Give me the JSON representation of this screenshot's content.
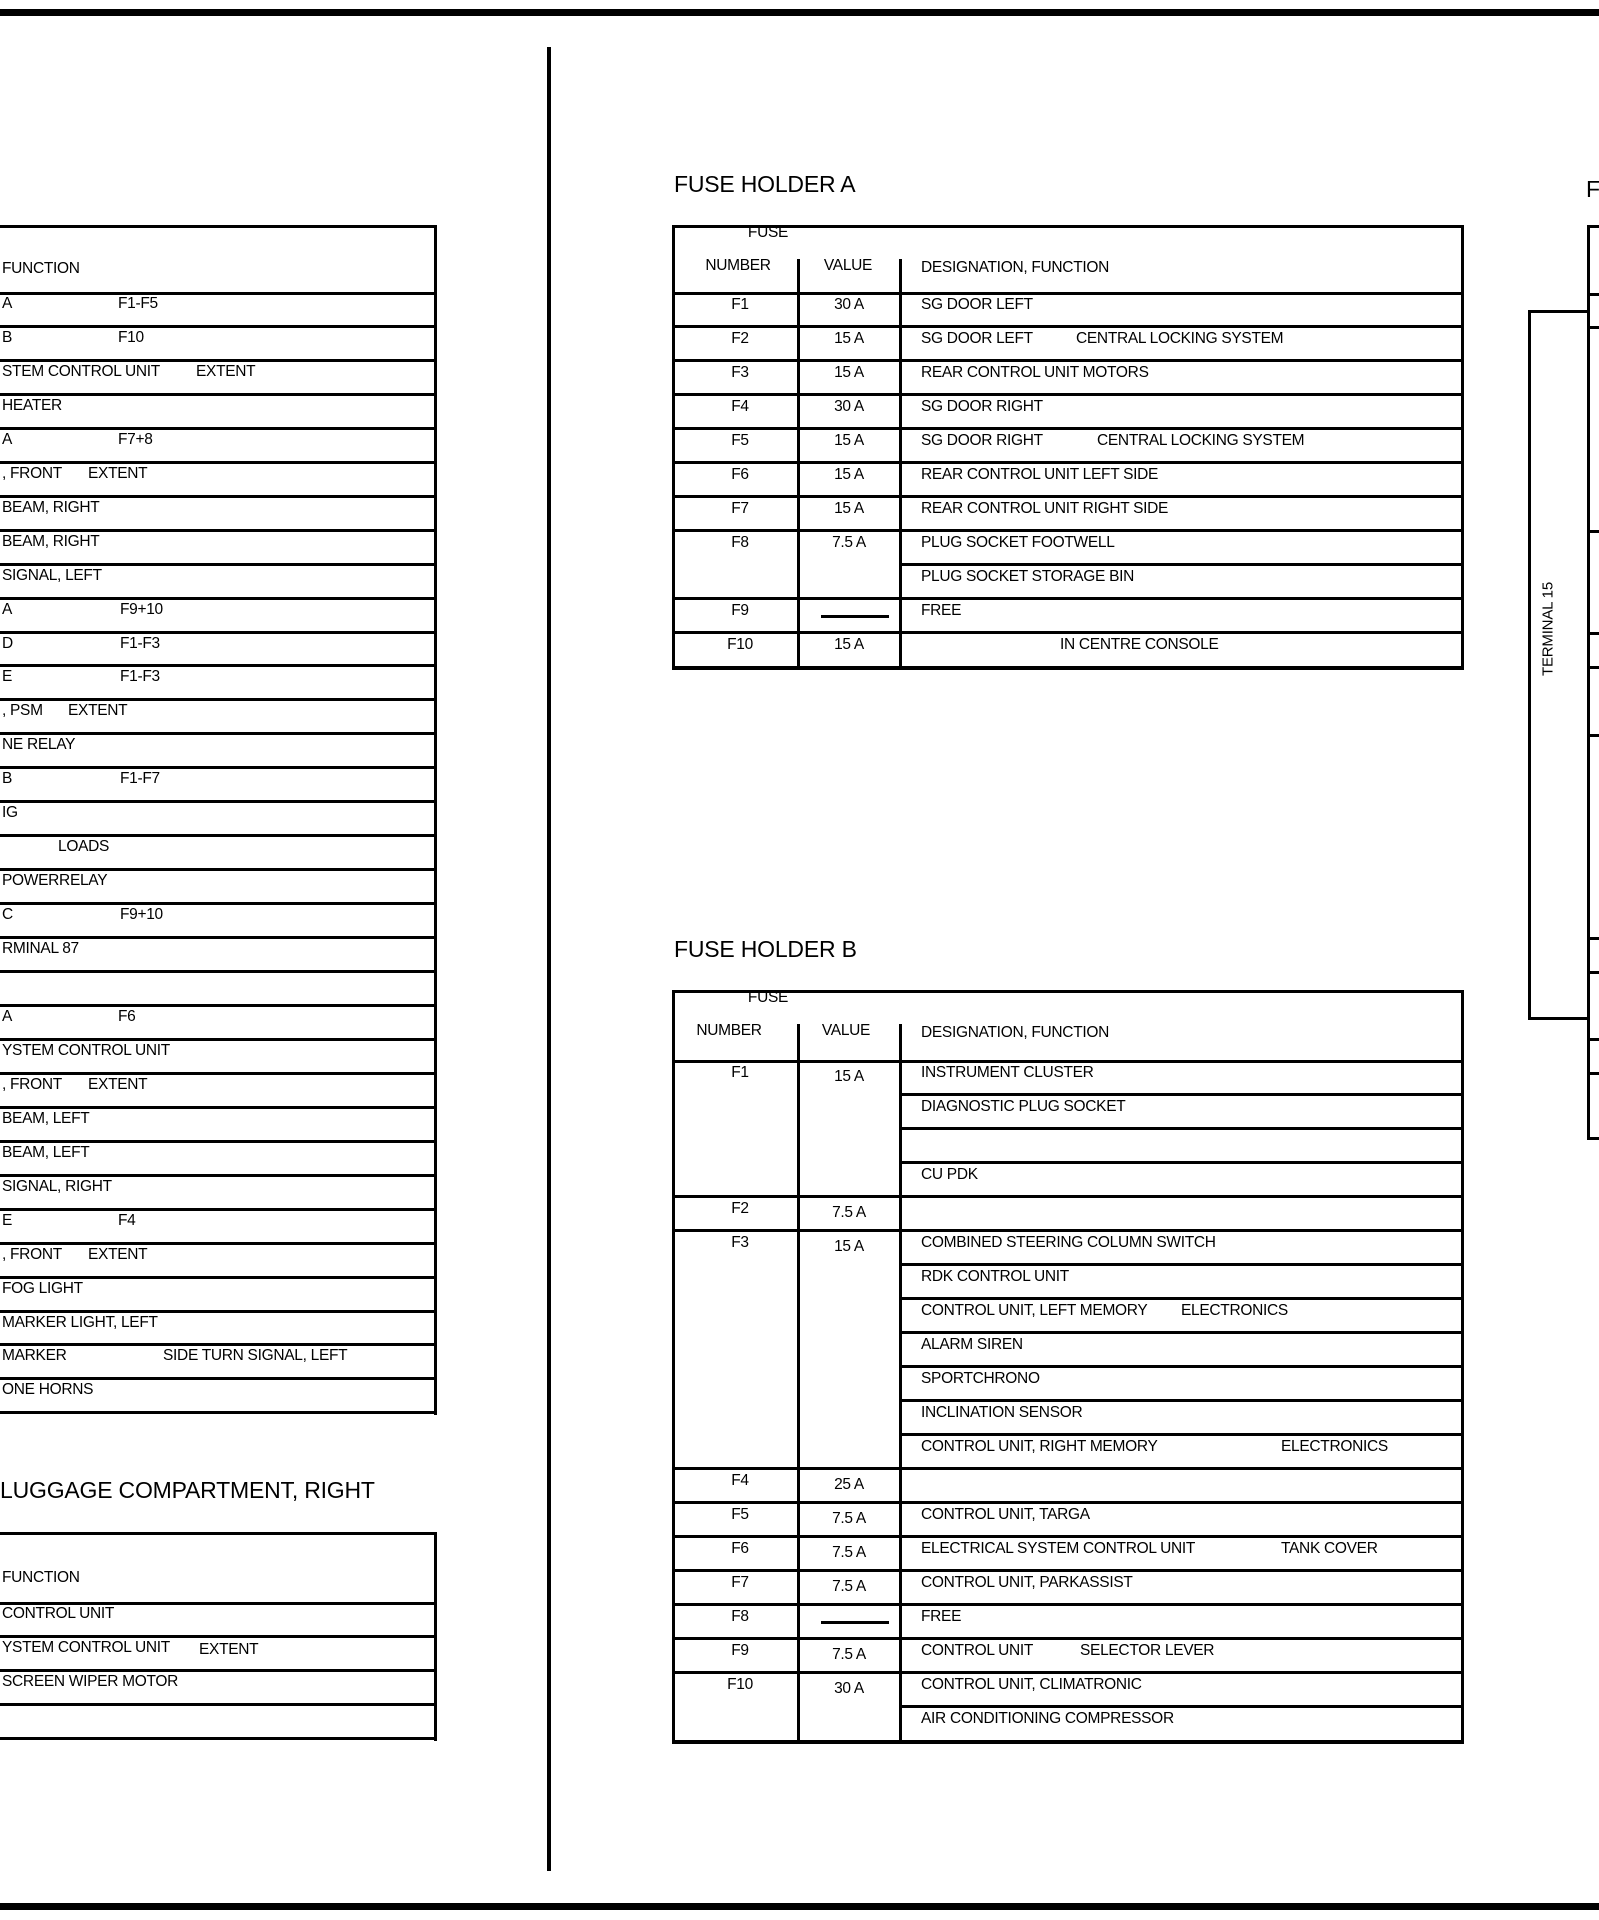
{
  "left": {
    "header": "FUNCTION",
    "rows": [
      [
        "A",
        "F1-F5"
      ],
      [
        "B",
        "F10"
      ],
      [
        "STEM CONTROL UNIT",
        "EXTENT"
      ],
      [
        "HEATER",
        ""
      ],
      [
        "A",
        "F7+8"
      ],
      [
        ", FRONT",
        "EXTENT"
      ],
      [
        "BEAM, RIGHT",
        ""
      ],
      [
        "BEAM, RIGHT",
        ""
      ],
      [
        "SIGNAL, LEFT",
        ""
      ],
      [
        "A",
        "F9+10"
      ],
      [
        "D",
        "F1-F3"
      ],
      [
        "E",
        "F1-F3"
      ],
      [
        ", PSM",
        "EXTENT"
      ],
      [
        "NE RELAY",
        ""
      ],
      [
        "B",
        "F1-F7"
      ],
      [
        "IG",
        ""
      ],
      [
        "",
        "LOADS"
      ],
      [
        "POWERRELAY",
        ""
      ],
      [
        "C",
        "F9+10"
      ],
      [
        "RMINAL 87",
        ""
      ],
      [
        "",
        ""
      ],
      [
        "A",
        "F6"
      ],
      [
        "YSTEM CONTROL UNIT",
        ""
      ],
      [
        ", FRONT",
        "EXTENT"
      ],
      [
        "BEAM, LEFT",
        ""
      ],
      [
        "BEAM, LEFT",
        ""
      ],
      [
        "SIGNAL, RIGHT",
        ""
      ],
      [
        "E",
        "F4"
      ],
      [
        ", FRONT",
        "EXTENT"
      ],
      [
        "FOG LIGHT",
        ""
      ],
      [
        "MARKER LIGHT, LEFT",
        ""
      ],
      [
        "MARKER",
        "SIDE TURN SIGNAL, LEFT"
      ],
      [
        "ONE HORNS",
        ""
      ]
    ],
    "lower_title": "LUGGAGE COMPARTMENT, RIGHT",
    "lower_header": "FUNCTION",
    "lower_rows": [
      [
        "CONTROL UNIT",
        ""
      ],
      [
        "YSTEM CONTROL UNIT",
        "EXTENT"
      ],
      [
        "SCREEN WIPER MOTOR",
        ""
      ],
      [
        "",
        ""
      ]
    ]
  },
  "holder_a": {
    "title": "FUSE HOLDER A",
    "head_fuse": "FUSE",
    "head_number": "NUMBER",
    "head_value": "VALUE",
    "head_designation": "DESIGNATION, FUNCTION",
    "rows": [
      {
        "number": "F1",
        "value": "30 A",
        "d1": "SG   DOOR LEFT",
        "d2": ""
      },
      {
        "number": "F2",
        "value": "15 A",
        "d1": "SG   DOOR LEFT",
        "d2": "CENTRAL LOCKING SYSTEM"
      },
      {
        "number": "F3",
        "value": "15 A",
        "d1": "REAR CONTROL UNIT MOTORS",
        "d2": ""
      },
      {
        "number": "F4",
        "value": "30 A",
        "d1": "SG   DOOR  RIGHT",
        "d2": ""
      },
      {
        "number": "F5",
        "value": "15 A",
        "d1": "SG   DOOR  RIGHT",
        "d2": "CENTRAL LOCKING SYSTEM"
      },
      {
        "number": "F6",
        "value": "15 A",
        "d1": "REAR CONTROL UNIT  LEFT SIDE",
        "d2": ""
      },
      {
        "number": "F7",
        "value": "15 A",
        "d1": "REAR CONTROL UNIT  RIGHT SIDE",
        "d2": ""
      },
      {
        "number": "F8",
        "value": "7.5 A",
        "d1": "PLUG SOCKET FOOTWELL",
        "d2": ""
      },
      {
        "number": "",
        "value": "",
        "d1": "PLUG SOCKET STORAGE BIN",
        "d2": ""
      },
      {
        "number": "F9",
        "value": "",
        "d1": "FREE",
        "d2": ""
      },
      {
        "number": "F10",
        "value": "15 A",
        "d1": "",
        "d2": "IN CENTRE CONSOLE"
      }
    ]
  },
  "holder_b": {
    "title": "FUSE HOLDER B",
    "head_fuse": "FUSE",
    "head_number": "NUMBER",
    "head_value": "VALUE",
    "head_designation": "DESIGNATION, FUNCTION",
    "rows": [
      {
        "number": "F1",
        "value": "15 A",
        "d1": "INSTRUMENT CLUSTER",
        "d2": ""
      },
      {
        "number": "",
        "value": "",
        "d1": "DIAGNOSTIC PLUG SOCKET",
        "d2": ""
      },
      {
        "number": "",
        "value": "",
        "d1": "",
        "d2": ""
      },
      {
        "number": "",
        "value": "",
        "d1": "CU PDK",
        "d2": ""
      },
      {
        "number": "F2",
        "value": "7.5 A",
        "d1": "",
        "d2": ""
      },
      {
        "number": "F3",
        "value": "15 A",
        "d1": "COMBINED STEERING COLUMN SWITCH",
        "d2": ""
      },
      {
        "number": "",
        "value": "",
        "d1": "RDK CONTROL UNIT",
        "d2": ""
      },
      {
        "number": "",
        "value": "",
        "d1": "CONTROL UNIT, LEFT MEMORY",
        "d2": "ELECTRONICS"
      },
      {
        "number": "",
        "value": "",
        "d1": "ALARM SIREN",
        "d2": ""
      },
      {
        "number": "",
        "value": "",
        "d1": "SPORTCHRONO",
        "d2": ""
      },
      {
        "number": "",
        "value": "",
        "d1": "INCLINATION SENSOR",
        "d2": ""
      },
      {
        "number": "",
        "value": "",
        "d1": "CONTROL UNIT, RIGHT MEMORY",
        "d2": "ELECTRONICS"
      },
      {
        "number": "F4",
        "value": "25 A",
        "d1": "",
        "d2": ""
      },
      {
        "number": "F5",
        "value": "7.5 A",
        "d1": "CONTROL UNIT, TARGA",
        "d2": ""
      },
      {
        "number": "F6",
        "value": "7.5 A",
        "d1": "ELECTRICAL SYSTEM CONTROL UNIT",
        "d2": "TANK COVER"
      },
      {
        "number": "F7",
        "value": "7.5 A",
        "d1": "CONTROL UNIT, PARKASSIST",
        "d2": ""
      },
      {
        "number": "F8",
        "value": "",
        "d1": "FREE",
        "d2": ""
      },
      {
        "number": "F9",
        "value": "7.5 A",
        "d1": "CONTROL UNIT",
        "d2": "SELECTOR LEVER"
      },
      {
        "number": "F10",
        "value": "30 A",
        "d1": "CONTROL UNIT, CLIMATRONIC",
        "d2": ""
      },
      {
        "number": "",
        "value": "",
        "d1": "AIR CONDITIONING COMPRESSOR",
        "d2": ""
      }
    ]
  },
  "right": {
    "title_fragment": "F",
    "terminal_label": "TERMINAL 15"
  }
}
